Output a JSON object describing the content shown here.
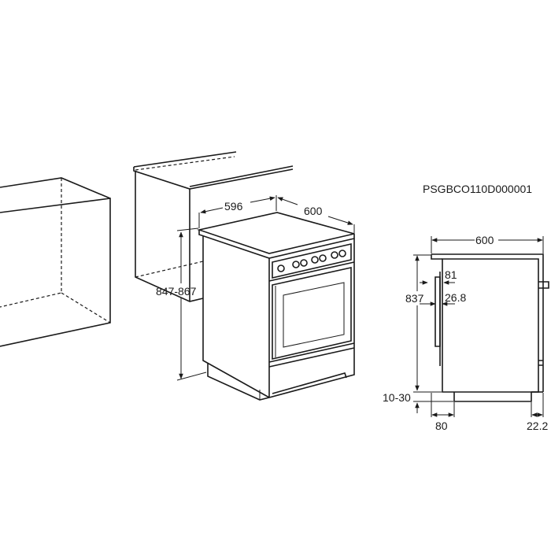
{
  "product_code": "PSGBCO110D000001",
  "perspective_view": {
    "width_label": "596",
    "depth_label": "600",
    "height_label": "847-867"
  },
  "side_view": {
    "depth_label": "600",
    "height_label": "837",
    "handle_offset_label": "81",
    "door_thickness_label": "26.8",
    "feet_adjust_label": "10-30",
    "plinth_front_label": "80",
    "plinth_back_label": "22.2"
  }
}
